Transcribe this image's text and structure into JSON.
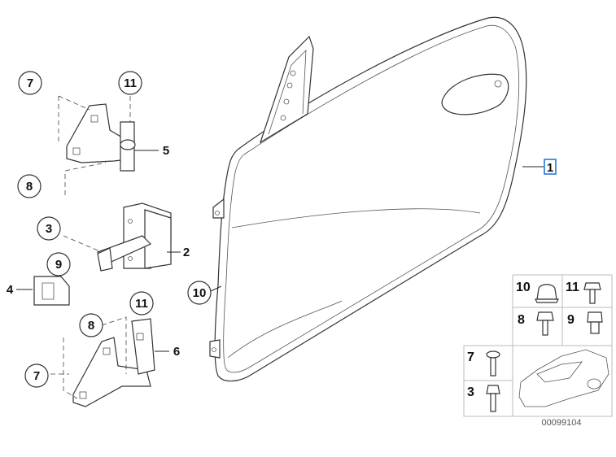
{
  "diagram": {
    "callouts": {
      "door": "1",
      "check_strap": "2",
      "screw_a": "3",
      "buffer": "4",
      "upper_hinge": "5",
      "lower_hinge": "6",
      "bolt_upper": "7",
      "bolt_upper2": "11",
      "nut_upper": "8",
      "screw_check": "9",
      "grommet": "10",
      "bolt_lower": "11",
      "nut_lower": "8",
      "bolt_lower2": "7"
    },
    "table": {
      "cells": [
        "10",
        "11",
        "8",
        "9",
        "7",
        "3"
      ]
    },
    "code": "00099104"
  }
}
